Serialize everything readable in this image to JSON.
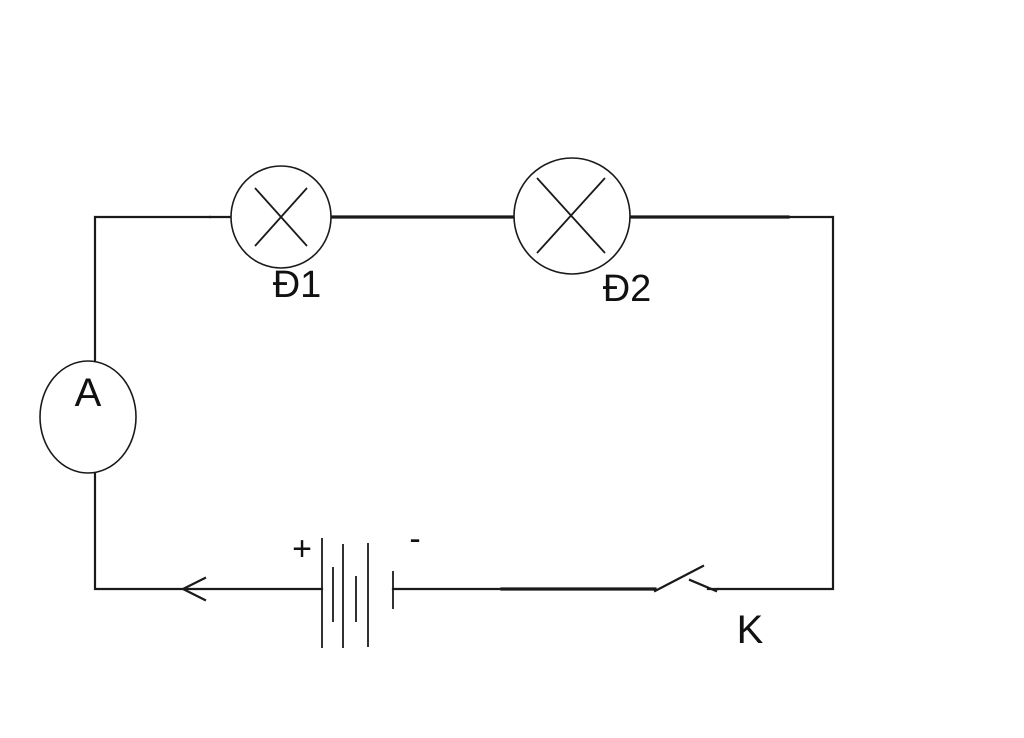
{
  "labels": {
    "lamp1": "Đ1",
    "lamp2": "Đ2",
    "ammeter": "A",
    "switch": "K",
    "plus": "+",
    "minus": "-"
  },
  "colors": {
    "line": "#1a1a1a",
    "background": "#ffffff"
  }
}
